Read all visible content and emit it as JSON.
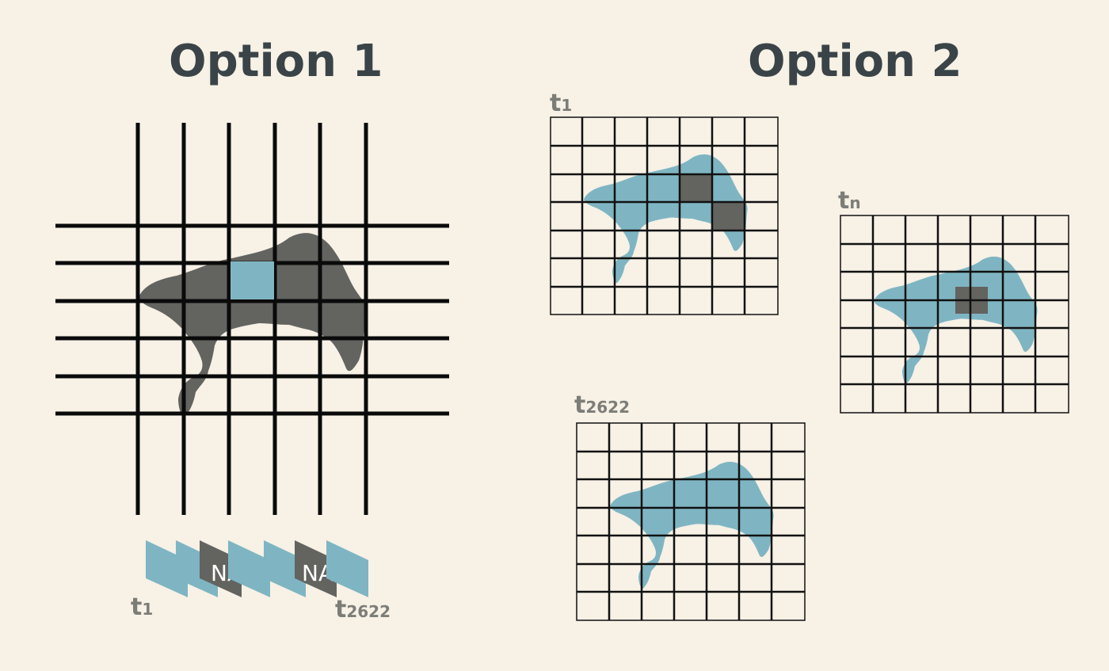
{
  "option1": {
    "title": "Option 1",
    "stack_start_label": {
      "main": "t",
      "sub": "1"
    },
    "stack_end_label": {
      "main": "t",
      "sub": "2622"
    },
    "na_label": "NA"
  },
  "option2": {
    "title": "Option 2",
    "frames": [
      {
        "label": {
          "main": "t",
          "sub": "1"
        }
      },
      {
        "label": {
          "main": "t",
          "sub": "n"
        }
      },
      {
        "label": {
          "main": "t",
          "sub": "2622"
        }
      }
    ]
  },
  "colors": {
    "background": "#f7f1e6",
    "water": "#7fb5c3",
    "land_gray": "#636360",
    "grid_line": "#111111",
    "title": "#3a4448",
    "label": "#7d7d78"
  }
}
